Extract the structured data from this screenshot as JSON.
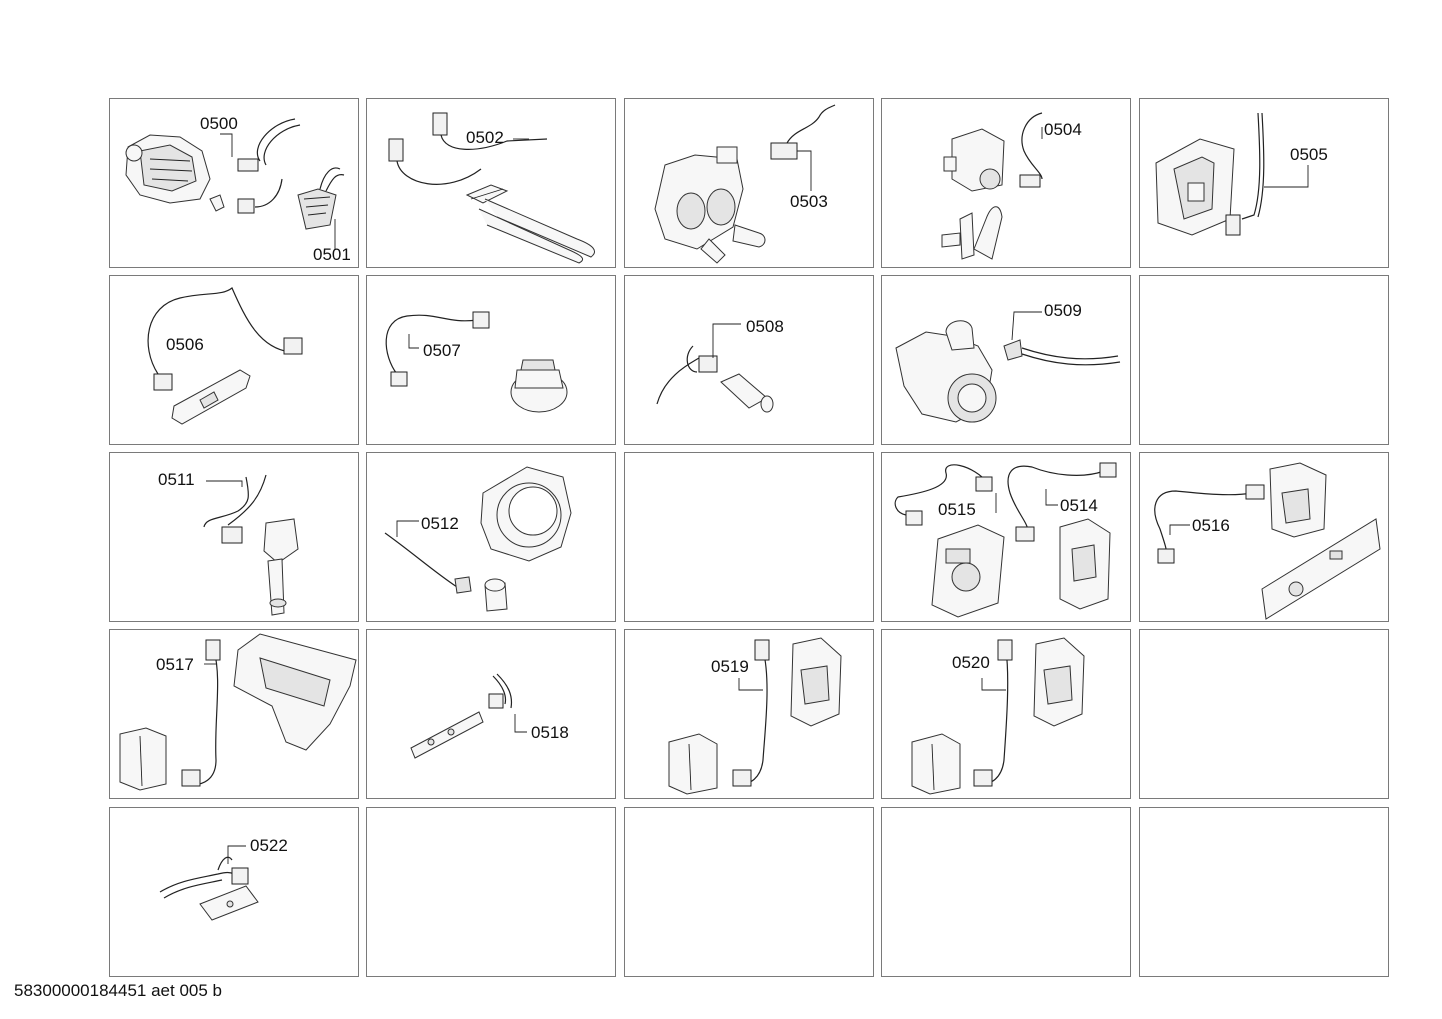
{
  "document": {
    "id": "58300000184451 aet 005 b"
  },
  "cells": [
    {
      "labels": [
        "0500",
        "0501"
      ]
    },
    {
      "labels": [
        "0502"
      ]
    },
    {
      "labels": [
        "0503"
      ]
    },
    {
      "labels": [
        "0504"
      ]
    },
    {
      "labels": [
        "0505"
      ]
    },
    {
      "labels": [
        "0506"
      ]
    },
    {
      "labels": [
        "0507"
      ]
    },
    {
      "labels": [
        "0508"
      ]
    },
    {
      "labels": [
        "0509"
      ]
    },
    {
      "labels": []
    },
    {
      "labels": [
        "0511"
      ]
    },
    {
      "labels": [
        "0512"
      ]
    },
    {
      "labels": []
    },
    {
      "labels": [
        "0515",
        "0514"
      ]
    },
    {
      "labels": [
        "0516"
      ]
    },
    {
      "labels": [
        "0517"
      ]
    },
    {
      "labels": [
        "0518"
      ]
    },
    {
      "labels": [
        "0519"
      ]
    },
    {
      "labels": [
        "0520"
      ]
    },
    {
      "labels": []
    },
    {
      "labels": [
        "0522"
      ]
    },
    {
      "labels": []
    },
    {
      "labels": []
    },
    {
      "labels": []
    },
    {
      "labels": []
    }
  ]
}
